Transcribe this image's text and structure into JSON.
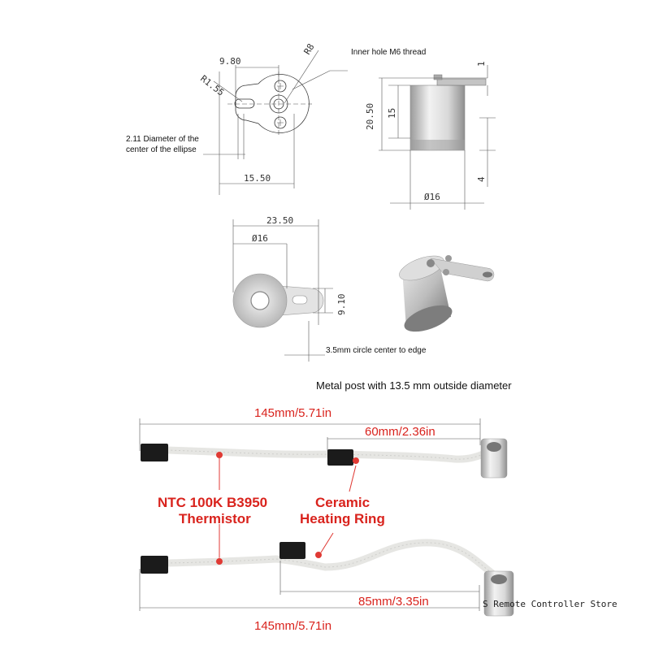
{
  "top_left": {
    "dim_r8": "R8",
    "dim_9_80": "9.80",
    "dim_r1_55": "R1.55",
    "dim_15_50": "15.50",
    "note_ellipse_line1": "2.11 Diameter of the",
    "note_ellipse_line2": "center of the ellipse",
    "note_inner_hole": "Inner hole M6 thread"
  },
  "top_right": {
    "dim_20_50": "20.50",
    "dim_15": "15",
    "dim_1": "1",
    "dim_4": "4",
    "dim_d16": "Ø16"
  },
  "middle": {
    "dim_23_50": "23.50",
    "dim_d16": "Ø16",
    "dim_9_10": "9.10",
    "note_edge": "3.5mm circle center to edge",
    "note_metal_post": "Metal post with 13.5 mm outside diameter"
  },
  "bottom": {
    "len_total_top": "145mm/5.71in",
    "len_heater_top": "60mm/2.36in",
    "label_thermistor_line1": "NTC 100K B3950",
    "label_thermistor_line2": "Thermistor",
    "label_heater_line1": "Ceramic",
    "label_heater_line2": "Heating Ring",
    "len_heater_bottom": "85mm/3.35in",
    "len_total_bottom": "145mm/5.71in"
  },
  "watermark": "S Remote Controller Store",
  "colors": {
    "annotation_red": "#d9231d",
    "connector_black": "#1b1b1b",
    "sleeve_white": "#efefec",
    "metal_silver": "#c9c9c9"
  }
}
